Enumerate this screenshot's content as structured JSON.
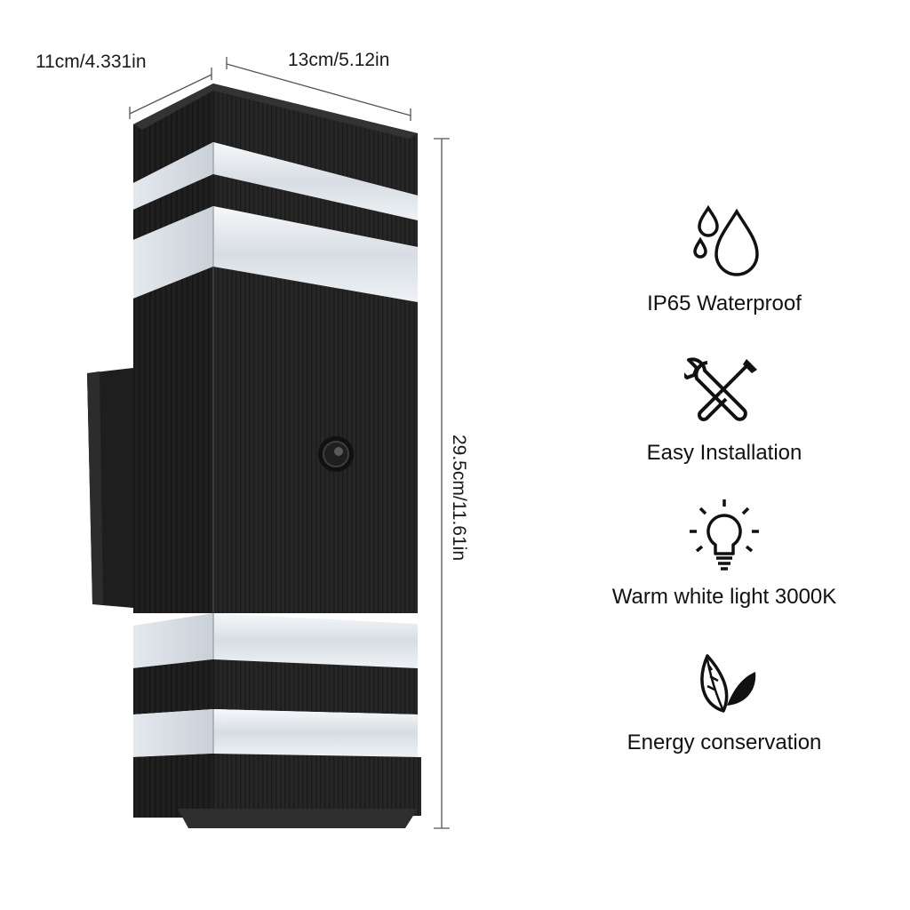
{
  "dimensions": {
    "width": "11cm/4.331in",
    "depth": "13cm/5.12in",
    "height": "29.5cm/11.61in"
  },
  "features": [
    {
      "icon": "water-drops-icon",
      "label": "IP65 Waterproof"
    },
    {
      "icon": "wrench-screwdriver-icon",
      "label": "Easy Installation"
    },
    {
      "icon": "light-bulb-icon",
      "label": "Warm white light 3000K"
    },
    {
      "icon": "leaves-icon",
      "label": "Energy conservation"
    }
  ],
  "product": {
    "body_color": "#262626",
    "edge_color": "#3a3a3a",
    "glass_color": "#e9eef2"
  }
}
